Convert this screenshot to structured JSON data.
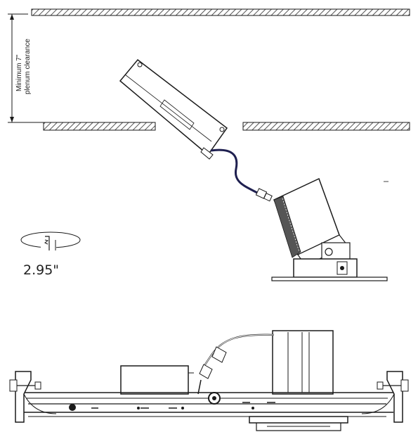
{
  "diagram": {
    "clearance_label_line1": "Minimum 7\"",
    "clearance_label_line2": "plenum clearance",
    "dimension_label": "2.95\""
  },
  "colors": {
    "line": "#1a1a1a",
    "hatch": "#555555",
    "cable": "#1f2050",
    "background": "#ffffff"
  }
}
